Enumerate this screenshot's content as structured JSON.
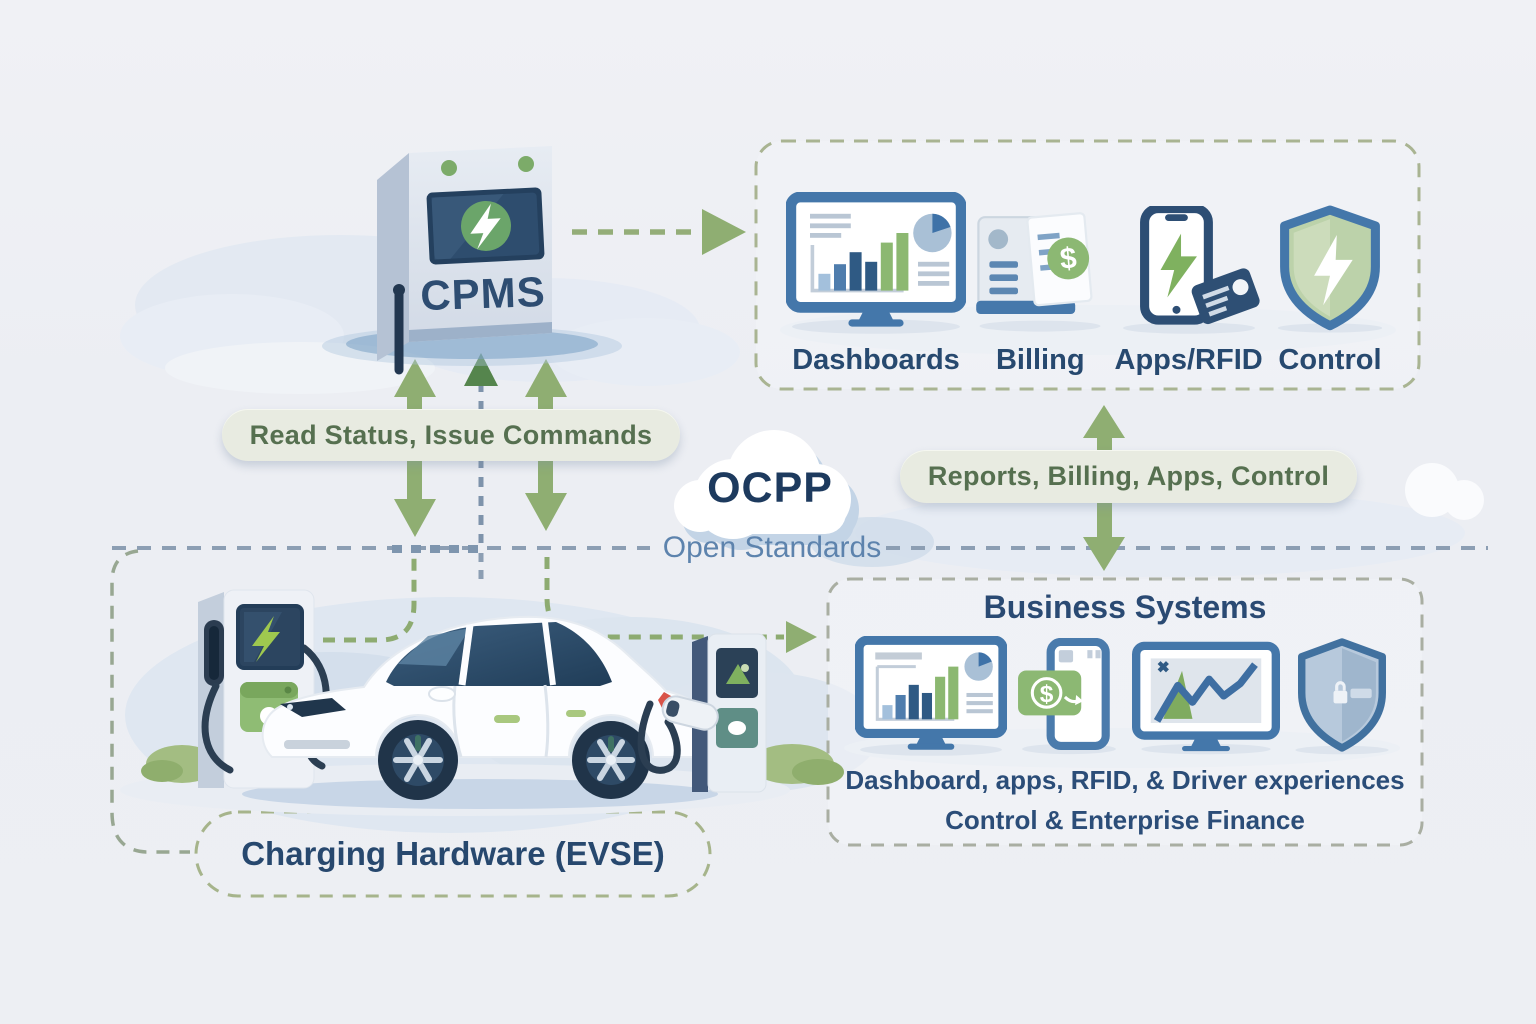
{
  "cpms": {
    "label": "CPMS"
  },
  "services_box": {
    "items": [
      {
        "label": "Dashboards",
        "icon": "dashboard-monitor-icon"
      },
      {
        "label": "Billing",
        "icon": "billing-invoice-icon"
      },
      {
        "label": "Apps/RFID",
        "icon": "apps-rfid-icon"
      },
      {
        "label": "Control",
        "icon": "control-shield-icon"
      }
    ]
  },
  "connections": {
    "cpms_to_hardware_label": "Read Status, Issue Commands",
    "cpms_to_business_label": "Reports, Billing, Apps, Control"
  },
  "protocol": {
    "name": "OCPP",
    "tagline": "Open Standards"
  },
  "business_box": {
    "title": "Business Systems",
    "caption_line1": "Dashboard, apps, RFID, & Driver experiences",
    "caption_line2": "Control & Enterprise Finance"
  },
  "hardware": {
    "label": "Charging Hardware (EVSE)"
  },
  "colors": {
    "background": "#edeff3",
    "navy_text": "#27496f",
    "green_arrow": "#8fae72",
    "pill_background": "#e8ebe1",
    "pill_text": "#567050",
    "dashed_olive": "#a9b492",
    "dashed_gray": "#8c9eb3",
    "accent_blue": "#4477aa",
    "accent_green": "#8cb871"
  }
}
